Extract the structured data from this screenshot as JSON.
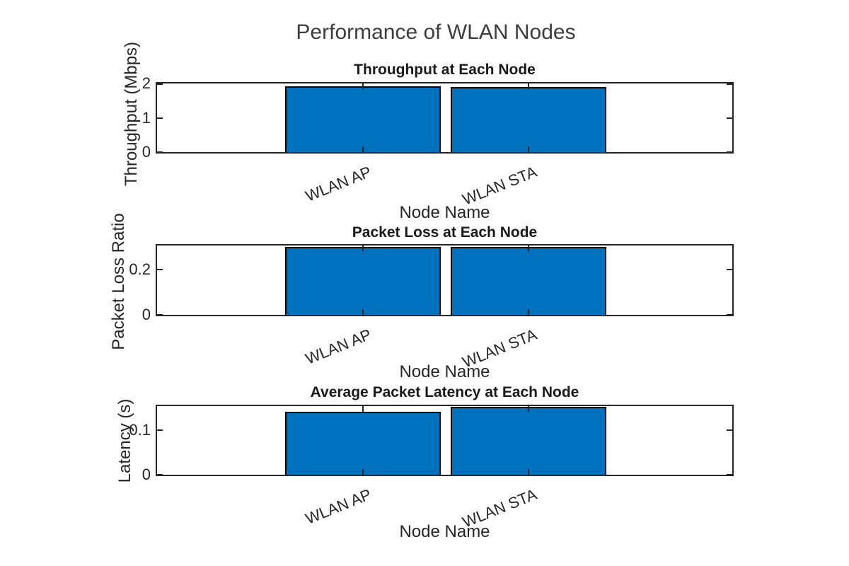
{
  "figure": {
    "title": "Performance of WLAN Nodes",
    "background_color": "#ffffff"
  },
  "colors": {
    "bar_fill": "#0072BD",
    "bar_edge": "#000000",
    "axis": "#262626",
    "main_title_color": "#3d3d3d",
    "subplot_title_color": "#1a1a1a"
  },
  "chart_data": [
    {
      "type": "bar",
      "title": "Throughput at Each Node",
      "xlabel": "Node Name",
      "ylabel": "Throughput (Mbps)",
      "categories": [
        "WLAN AP",
        "WLAN STA"
      ],
      "values": [
        1.92,
        1.89
      ],
      "ylim": [
        0,
        2
      ],
      "yticks": [
        {
          "value": 0,
          "label": "0"
        },
        {
          "value": 1,
          "label": "1"
        },
        {
          "value": 2,
          "label": "2"
        }
      ],
      "grid": false,
      "legend": "none"
    },
    {
      "type": "bar",
      "title": "Packet Loss at Each Node",
      "xlabel": "Node Name",
      "ylabel": "Packet Loss Ratio",
      "categories": [
        "WLAN AP",
        "WLAN STA"
      ],
      "values": [
        0.3,
        0.299
      ],
      "ylim": [
        0,
        0.305
      ],
      "yticks": [
        {
          "value": 0,
          "label": "0"
        },
        {
          "value": 0.2,
          "label": "0.2"
        }
      ],
      "grid": false,
      "legend": "none"
    },
    {
      "type": "bar",
      "title": "Average Packet Latency at Each Node",
      "xlabel": "Node Name",
      "ylabel": "Latency (s)",
      "categories": [
        "WLAN AP",
        "WLAN STA"
      ],
      "values": [
        0.141,
        0.151
      ],
      "ylim": [
        0,
        0.153
      ],
      "yticks": [
        {
          "value": 0,
          "label": "0"
        },
        {
          "value": 0.1,
          "label": "0.1"
        }
      ],
      "grid": false,
      "legend": "none"
    }
  ]
}
